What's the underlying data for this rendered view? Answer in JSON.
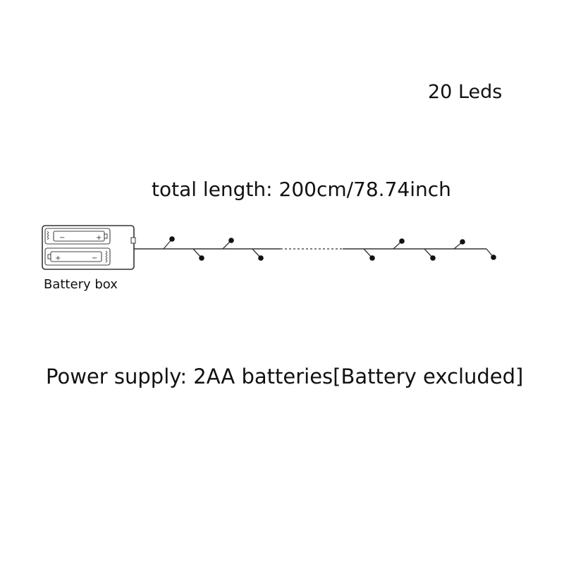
{
  "labels": {
    "leds": "20 Leds",
    "total_length": "total length: 200cm/78.74inch",
    "battery_box": "Battery box",
    "power_supply": "Power supply: 2AA batteries[Battery excluded]"
  },
  "battery": {
    "cells": [
      {
        "left_sign": "−",
        "right_sign": "+"
      },
      {
        "left_sign": "+",
        "right_sign": "−"
      }
    ]
  },
  "colors": {
    "ink": "#111111",
    "line": "#333333"
  }
}
